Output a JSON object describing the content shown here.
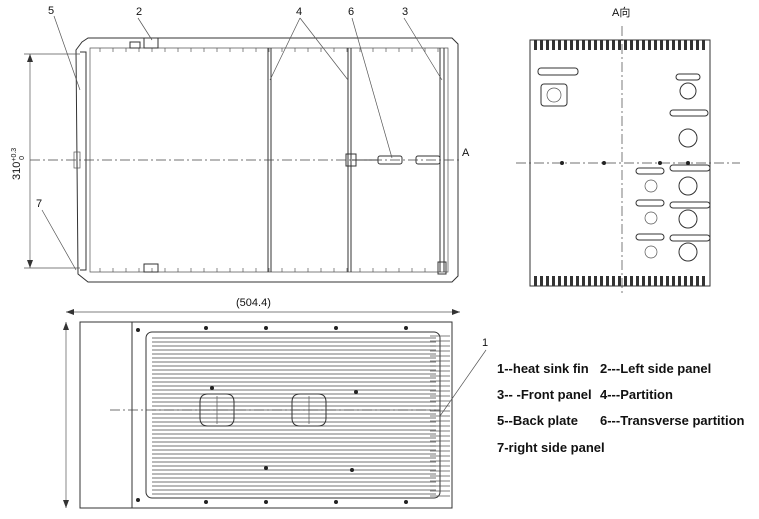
{
  "view_label": "A向",
  "section_marker": "A",
  "dimension_overall": "(504.4)",
  "dimension_height": "310",
  "dimension_tolerance_upper": "+0.3",
  "dimension_tolerance_lower": "0",
  "callouts": {
    "c1": "1",
    "c2": "2",
    "c3": "3",
    "c4": "4",
    "c5": "5",
    "c6": "6",
    "c7": "7"
  },
  "legend": {
    "item1": "1--heat sink fin",
    "item2": "2---Left side panel",
    "item3": "3-- -Front panel",
    "item4": "4---Partition",
    "item5": "5--Back plate",
    "item6": "6---Transverse partition",
    "item7": "7-right side panel"
  }
}
